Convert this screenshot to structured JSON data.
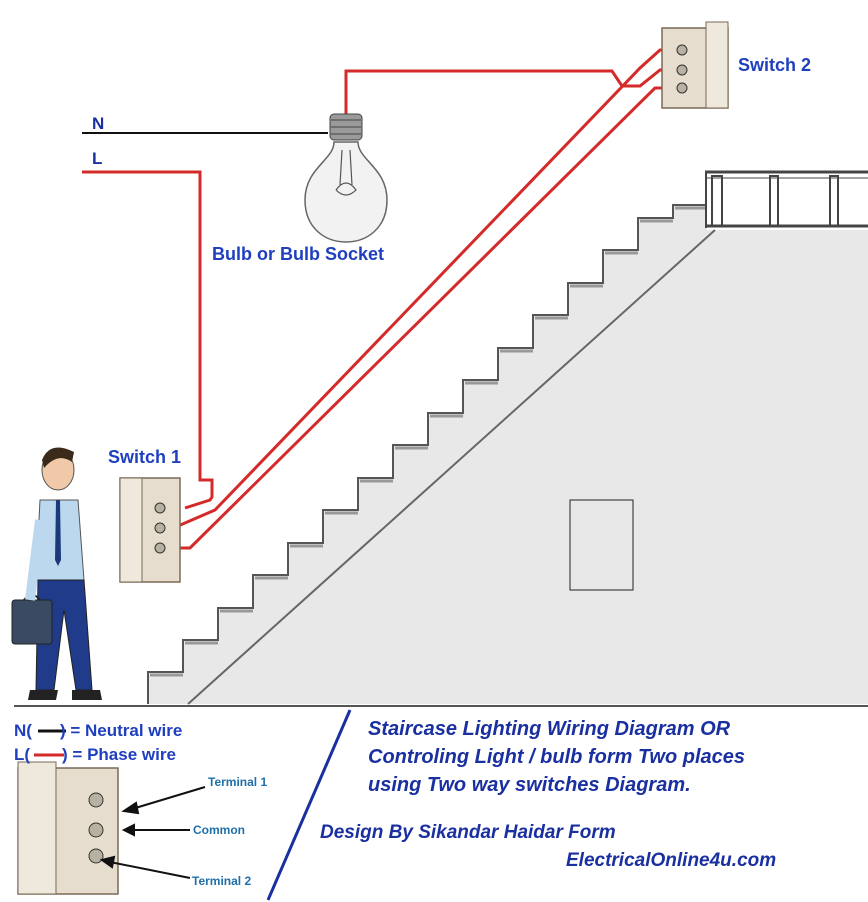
{
  "wires": {
    "neutral_label": "N",
    "live_label": "L"
  },
  "bulb": {
    "label": "Bulb or Bulb Socket"
  },
  "switch1": {
    "label": "Switch 1"
  },
  "switch2": {
    "label": "Switch 2"
  },
  "legend": {
    "neutral_prefix": "N(",
    "neutral_suffix": ") = Neutral wire",
    "phase_prefix": "L(",
    "phase_suffix": ") = Phase wire"
  },
  "terminals": {
    "terminal1": "Terminal 1",
    "common": "Common",
    "terminal2": "Terminal 2"
  },
  "title": {
    "line1": "Staircase Lighting Wiring Diagram OR",
    "line2": "Controling Light / bulb form Two places",
    "line3": "using Two way switches Diagram."
  },
  "credit": {
    "design": "Design By Sikandar Haidar Form",
    "site": "ElectricalOnline4u.com"
  },
  "colors": {
    "phase_wire": "#d42a2a",
    "neutral_wire": "#111111",
    "text_blue": "#1f3fbf",
    "divider": "#1a2fa0",
    "wall": "#e6e6e6"
  }
}
